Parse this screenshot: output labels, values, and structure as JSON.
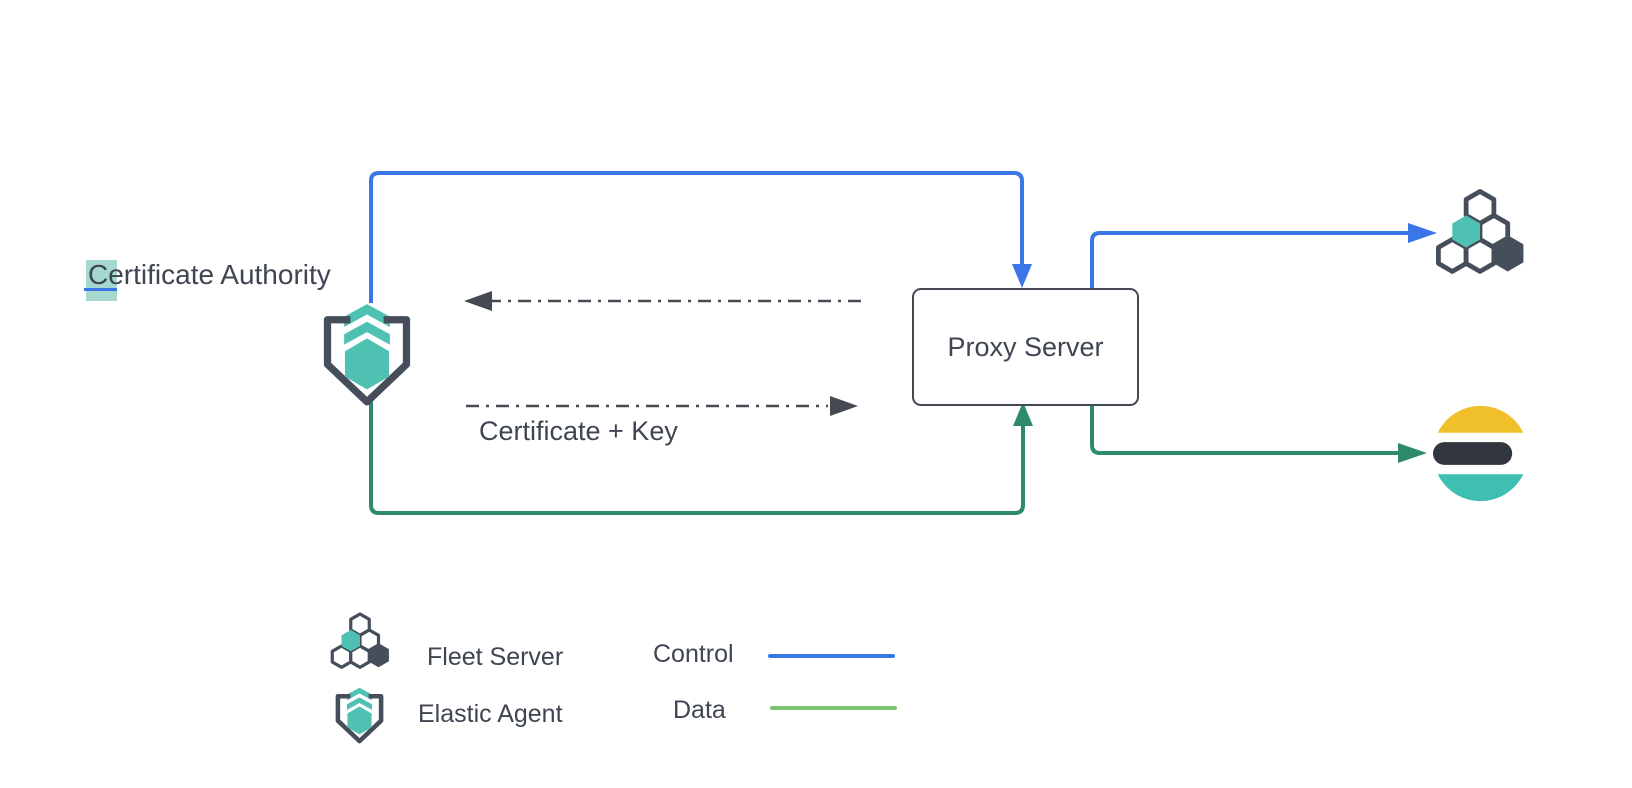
{
  "diagram": {
    "nodes": {
      "certificate_authority": {
        "label": "Certificate Authority",
        "selection": "first letter highlighted"
      },
      "elastic_agent": {
        "icon": "elastic-agent-icon"
      },
      "proxy_server": {
        "label": "Proxy Server"
      },
      "fleet_server": {
        "icon": "fleet-server-icon"
      },
      "elasticsearch": {
        "icon": "elasticsearch-logo"
      }
    },
    "edges": {
      "certificate_key_label": "Certificate + Key",
      "types": {
        "control": "solid blue",
        "data": "solid green",
        "exchange": "dash-dot gray (bidirectional pair)"
      }
    },
    "legend": {
      "items": [
        {
          "icon": "fleet-server-icon",
          "label": "Fleet Server"
        },
        {
          "icon": "elastic-agent-icon",
          "label": "Elastic Agent"
        }
      ],
      "lines": [
        {
          "label": "Control",
          "color": "#3a76e8"
        },
        {
          "label": "Data",
          "color": "#7cc46f"
        }
      ]
    },
    "colors": {
      "control_blue": "#3a76e8",
      "data_green": "#2e8a6c",
      "legend_data_green": "#7cc46f",
      "dashed_gray": "#454a52",
      "icon_dark": "#474e5b",
      "icon_teal": "#4ec1b2",
      "elastic_yellow": "#efc02a",
      "elastic_teal": "#3fbfb2",
      "elastic_dark": "#32363f",
      "text_dark": "#3f4651",
      "selection_teal": "#a5d9cf"
    }
  }
}
